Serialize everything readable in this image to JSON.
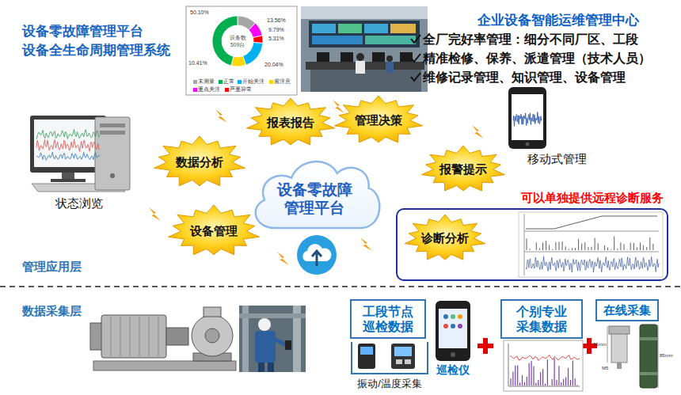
{
  "diagram": {
    "title": "设备零故障管理平台",
    "nodes": [
      {
        "text": [
          "报表报告"
        ]
      },
      {
        "text": [
          "管理决策"
        ]
      },
      {
        "text": [
          "数据分析"
        ]
      },
      {
        "text": [
          "报警提示"
        ]
      },
      {
        "text": [
          "设备零故障 管理平台"
        ]
      },
      {
        "text": [
          "可以单独提供远程诊断服务"
        ]
      },
      {
        "text": [
          "诊断分析"
        ],
        "in": 5
      },
      {
        "text": [
          "设备管理"
        ]
      },
      {
        "text": [
          "工段节点 巡检数据"
        ]
      },
      {
        "text": [
          "个别专业 采集数据"
        ]
      },
      {
        "text": [
          "在线采集"
        ]
      }
    ],
    "labels": [
      "设备全生命周期管理系统",
      "50.10%",
      "13.56%",
      "9.79%",
      "5.31%",
      "20.04%",
      "10.41%",
      "设备数",
      "509台",
      "企业设备智能运维管理中心",
      "全厂完好率管理：细分不同厂区、工段",
      "精准检修、保养、派遣管理（技术人员）",
      "维修记录管理、知识管理、设备管理",
      "状态浏览",
      "移动式管理",
      "管理应用层",
      "数据采集层",
      "巡检仪",
      "振动/温度采集",
      "56mm",
      "M5",
      "85mm"
    ],
    "legend": [
      {
        "text": "未测量",
        "color": "#a5a5a5"
      },
      {
        "text": "正常",
        "color": "#00b050"
      },
      {
        "text": "开始关注",
        "color": "#00b0f0"
      },
      {
        "text": "需注意",
        "color": "#ffd700"
      },
      {
        "text": "重点关注",
        "color": "#ff00ff"
      },
      {
        "text": "严重异常",
        "color": "#ff0000"
      }
    ]
  }
}
